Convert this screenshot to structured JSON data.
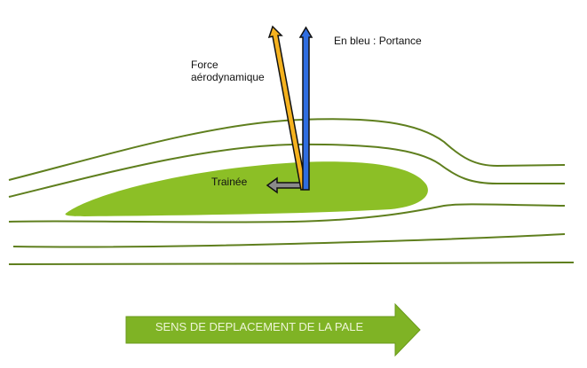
{
  "labels": {
    "aero_force": [
      "Force",
      "aérodynamique"
    ],
    "lift": "En bleu : Portance",
    "drag": "Trainée",
    "direction": "SENS DE DEPLACEMENT DE LA PALE"
  },
  "colors": {
    "streamline": "#5f7f1e",
    "blade": "#8cbf26",
    "aero_force": "#f5b21f",
    "lift": "#2f6de0",
    "drag": "#8a8a8a",
    "direction_arrow": "#7fb325"
  }
}
